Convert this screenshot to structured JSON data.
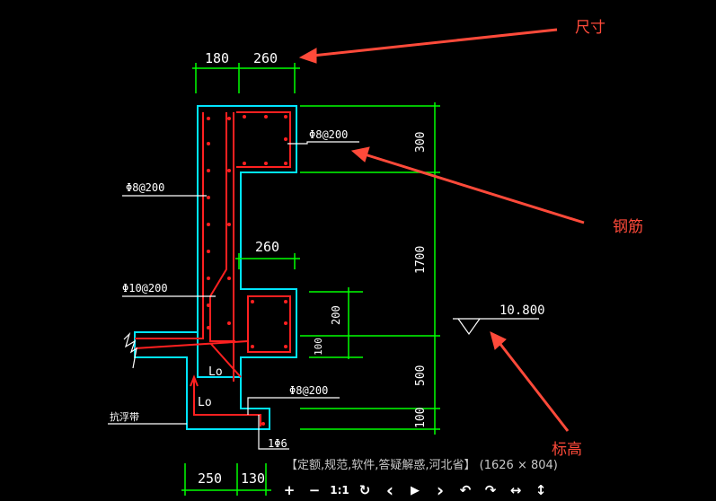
{
  "callouts": {
    "dimension": "尺寸",
    "rebar": "钢筋",
    "elevation": "标高"
  },
  "drawing": {
    "top_dims": [
      "180",
      "260"
    ],
    "bottom_dims": [
      "250",
      "130"
    ],
    "right_dims": [
      "300",
      "1700",
      "500",
      "100"
    ],
    "inner_dim_260": "260",
    "inner_dim_200": "200",
    "inner_dim_100": "100",
    "rebar_top": "Φ8@200",
    "rebar_left": "Φ8@200",
    "rebar_mid": "Φ10@200",
    "rebar_bottom": "Φ8@200",
    "anchor_lo_1": "Lo",
    "anchor_lo_2": "Lo",
    "hook_label": "1Φ6",
    "chamfer_label": "抗浮带",
    "elevation_value": "10.800"
  },
  "colors": {
    "outline": "#00e5ff",
    "rebar": "#ff2020",
    "dimension": "#00ff00",
    "annotation": "#ff4a3a"
  },
  "viewer": {
    "caption": "【定额,规范,软件,答疑解惑,河北省】 (1626 × 804)",
    "toolbar": {
      "zoom_in": "+",
      "zoom_out": "−",
      "actual_size": "1:1",
      "refresh": "↻",
      "prev": "‹",
      "play": "▶",
      "next": "›",
      "rotate_left": "↶",
      "rotate_right": "↷",
      "flip_h": "↔",
      "flip_v": "↕"
    }
  }
}
